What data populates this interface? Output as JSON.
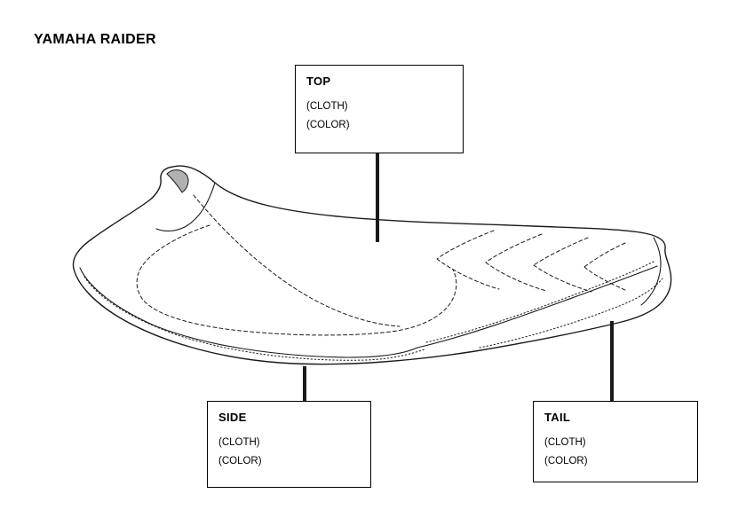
{
  "title": "YAMAHA RAIDER",
  "callouts": {
    "top": {
      "label": "TOP",
      "cloth": "(CLOTH)",
      "color": "(COLOR)"
    },
    "side": {
      "label": "SIDE",
      "cloth": "(CLOTH)",
      "color": "(COLOR)"
    },
    "tail": {
      "label": "TAIL",
      "cloth": "(CLOTH)",
      "color": "(COLOR)"
    }
  },
  "colors": {
    "line": "#1a1a1a",
    "background": "#ffffff",
    "nose_shade": "#b0b0b0"
  }
}
